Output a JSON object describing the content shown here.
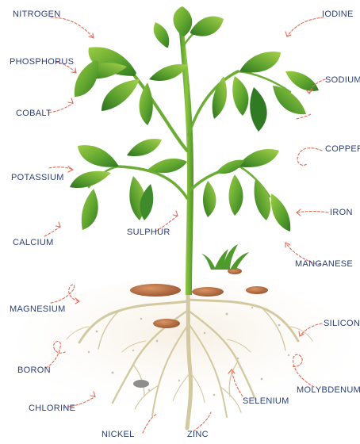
{
  "labels": {
    "nitrogen": "NITROGEN",
    "iodine": "IODINE",
    "phosphorus": "PHOSPHORUS",
    "sodium": "SODIUM",
    "cobalt": "COBALT",
    "copper": "COPPER",
    "potassium": "POTASSIUM",
    "iron": "IRON",
    "calcium": "CALCIUM",
    "sulphur": "SULPHUR",
    "manganese": "MANGANESE",
    "magnesium": "MAGNESIUM",
    "silicon": "SILICON",
    "boron": "BORON",
    "molybdenum": "MOLYBDENUM",
    "chlorine": "CHLORINE",
    "selenium": "SELENIUM",
    "nickel": "NICKEL",
    "zinc": "ZINC"
  },
  "colors": {
    "label_text": "#2a3f78",
    "arrow": "#e86a55",
    "leaf_dark": "#3f8a2a",
    "leaf_light": "#8fc43c",
    "stem": "#6cae35",
    "root": "#d8cfa8",
    "soil_stone": "#b5683a"
  }
}
